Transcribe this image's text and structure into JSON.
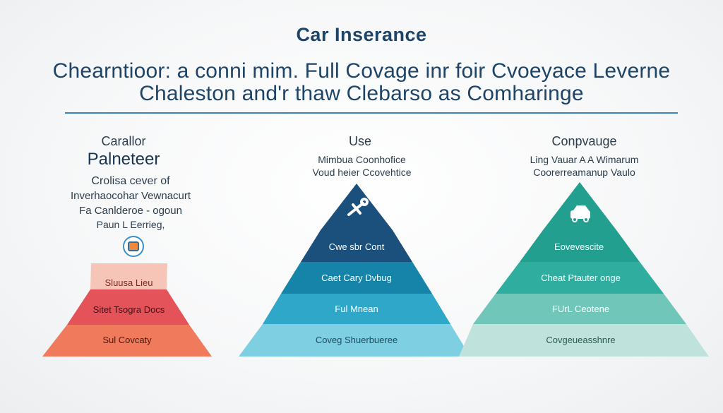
{
  "header": {
    "title": "Car Inserance",
    "line1": "Chearntioor: a conni mim. Full Covage inr foir Cvoeyace Leverne",
    "line2": "Chaleston and'r thaw Clebarso as Comharinge"
  },
  "columns": [
    {
      "heading1": "Carallor",
      "heading2": "Palneteer",
      "desc": [
        "Crolisa cever of",
        "Inverhaocohar Vewnacurt",
        "Fa Canlderoe - ogoun",
        "Paun L Eerrieg,"
      ],
      "icon": "shield-badge-icon",
      "layers": [
        "Sluusa Lieu",
        "Sitet Tsogra Docs",
        "Sul Covcaty"
      ],
      "colors": [
        "#f6c5b8",
        "#e4525a",
        "#f07a5c"
      ]
    },
    {
      "heading1": "Use",
      "heading2": "",
      "desc": [
        "Mimbua Coonhofice",
        "Voud heier Ccovehtice"
      ],
      "icon": "wrench-icon",
      "layers": [
        "Cwe sbr Cont",
        "Caet Cary Dvbug",
        "Ful Mnean",
        "Coveg Shuerbueree"
      ],
      "colors": [
        "#1b4f7c",
        "#1b4f7c",
        "#1584a8",
        "#2fa7c8",
        "#7fcfe2"
      ]
    },
    {
      "heading1": "Conpvauge",
      "heading2": "",
      "desc": [
        "Ling Vauar A A Wimarum",
        "Coorerreamanup Vaulo"
      ],
      "icon": "car-icon",
      "layers": [
        "Eovevescite",
        "Cheat Ptauter onge",
        "FUrL Ceotene",
        "Covgeueasshnre"
      ],
      "colors": [
        "#229f8f",
        "#229f8f",
        "#2fae9f",
        "#70c6b9",
        "#bfe3dc"
      ]
    }
  ]
}
